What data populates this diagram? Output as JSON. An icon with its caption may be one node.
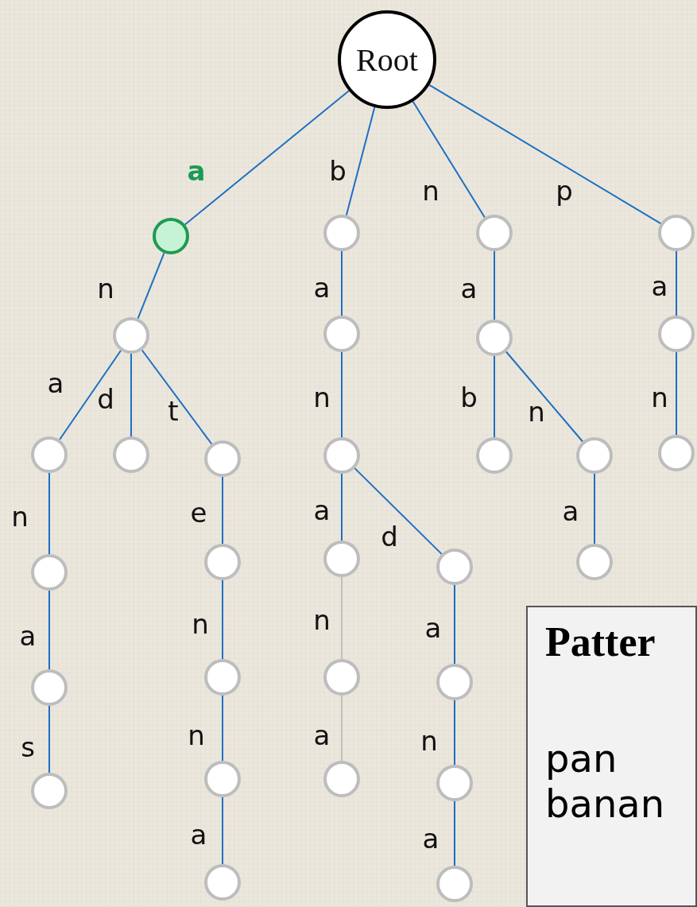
{
  "diagram": {
    "nodes": [
      {
        "text": [
          "Root"
        ]
      },
      {
        "text": [],
        "shape": "circle"
      },
      {
        "text": [],
        "shape": "circle"
      },
      {
        "text": [],
        "shape": "circle"
      },
      {
        "text": [],
        "shape": "circle"
      },
      {
        "text": [],
        "shape": "circle"
      },
      {
        "text": [],
        "shape": "circle"
      },
      {
        "text": [],
        "shape": "circle"
      },
      {
        "text": [],
        "shape": "circle"
      },
      {
        "text": [],
        "shape": "circle"
      },
      {
        "text": [],
        "shape": "circle"
      },
      {
        "text": [],
        "shape": "circle"
      },
      {
        "text": [],
        "shape": "circle"
      },
      {
        "text": [],
        "shape": "circle"
      },
      {
        "text": [],
        "shape": "circle"
      },
      {
        "text": [],
        "shape": "circle"
      },
      {
        "text": [],
        "shape": "circle"
      },
      {
        "text": [],
        "shape": "circle"
      },
      {
        "text": [],
        "shape": "circle"
      },
      {
        "text": [],
        "shape": "circle"
      },
      {
        "text": [],
        "shape": "circle"
      },
      {
        "text": [],
        "shape": "circle"
      },
      {
        "text": [],
        "shape": "circle"
      },
      {
        "text": [],
        "shape": "circle"
      },
      {
        "text": [],
        "shape": "circle"
      },
      {
        "text": [],
        "shape": "circle"
      },
      {
        "text": [],
        "shape": "circle"
      },
      {
        "text": [],
        "shape": "circle"
      },
      {
        "text": [],
        "shape": "circle"
      },
      {
        "text": [],
        "shape": "circle"
      },
      {
        "text": [],
        "shape": "circle"
      },
      {
        "text": [
          "Patter",
          "pan",
          "banan"
        ]
      }
    ],
    "edges": [
      {
        "from": 0,
        "to": 1,
        "arrow": "none",
        "label": "a"
      },
      {
        "from": 0,
        "to": 2,
        "arrow": "none",
        "label": "b"
      },
      {
        "from": 0,
        "to": 3,
        "arrow": "none",
        "label": "n"
      },
      {
        "from": 0,
        "to": 4,
        "arrow": "none",
        "label": "p"
      },
      {
        "from": 1,
        "to": 5,
        "arrow": "none",
        "label": "n"
      },
      {
        "from": 2,
        "to": 6,
        "arrow": "none",
        "label": "a"
      },
      {
        "from": 3,
        "to": 7,
        "arrow": "none",
        "label": "a"
      },
      {
        "from": 4,
        "to": 8,
        "arrow": "none",
        "label": "a"
      },
      {
        "from": 5,
        "to": 9,
        "arrow": "none",
        "label": "a"
      },
      {
        "from": 5,
        "to": 10,
        "arrow": "none",
        "label": "d"
      },
      {
        "from": 5,
        "to": 11,
        "arrow": "none",
        "label": "t"
      },
      {
        "from": 6,
        "to": 12,
        "arrow": "none",
        "label": "n"
      },
      {
        "from": 7,
        "to": 13,
        "arrow": "none",
        "label": "b"
      },
      {
        "from": 7,
        "to": 14,
        "arrow": "none",
        "label": "n"
      },
      {
        "from": 8,
        "to": 15,
        "arrow": "none",
        "label": "n"
      },
      {
        "from": 9,
        "to": 20,
        "arrow": "none",
        "label": "n"
      },
      {
        "from": 11,
        "to": 16,
        "arrow": "none",
        "label": "e"
      },
      {
        "from": 12,
        "to": 17,
        "arrow": "none",
        "label": "a"
      },
      {
        "from": 12,
        "to": 19,
        "arrow": "none",
        "label": "d"
      },
      {
        "from": 14,
        "to": 18,
        "arrow": "none",
        "label": "a"
      },
      {
        "from": 16,
        "to": 21,
        "arrow": "none",
        "label": "n"
      },
      {
        "from": 17,
        "to": 22,
        "arrow": "none",
        "label": "n",
        "color": "#c0c0c0"
      },
      {
        "from": 19,
        "to": 23,
        "arrow": "none",
        "label": "a"
      },
      {
        "from": 20,
        "to": 24,
        "arrow": "none",
        "label": "a"
      },
      {
        "from": 21,
        "to": 25,
        "arrow": "none",
        "label": "n"
      },
      {
        "from": 22,
        "to": 26,
        "arrow": "none",
        "label": "a",
        "color": "#c0c0c0"
      },
      {
        "from": 23,
        "to": 27,
        "arrow": "none",
        "label": "n"
      },
      {
        "from": 24,
        "to": 28,
        "arrow": "none",
        "label": "s"
      },
      {
        "from": 25,
        "to": 29,
        "arrow": "none",
        "label": "a"
      },
      {
        "from": 27,
        "to": 30,
        "arrow": "none",
        "label": "a"
      }
    ]
  }
}
